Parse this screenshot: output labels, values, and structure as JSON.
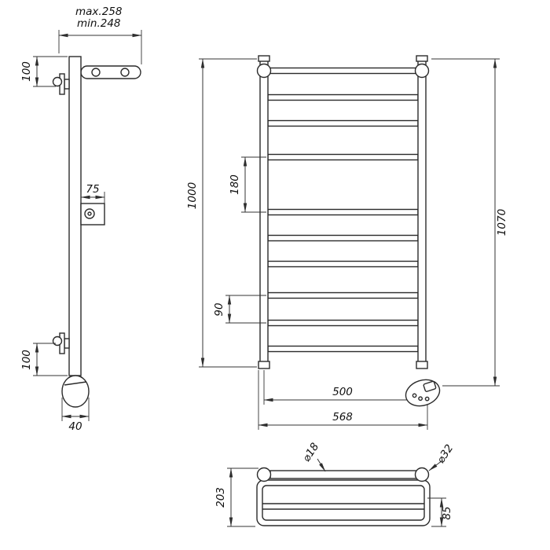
{
  "side_view": {
    "max_depth_label": "max.258",
    "min_depth_label": "min.248",
    "top_mount_offset": "100",
    "bracket_width": "75",
    "bottom_mount_offset": "100",
    "base_width": "40"
  },
  "front_view": {
    "rail_height": "1000",
    "large_rung_gap": "180",
    "small_rung_gap": "90",
    "rail_width_centers": "500",
    "rail_width_overall": "568",
    "overall_height": "1070"
  },
  "top_view": {
    "tube_diameter": "⌀18",
    "post_diameter": "⌀32",
    "overall_depth": "203",
    "shelf_depth": "85"
  }
}
